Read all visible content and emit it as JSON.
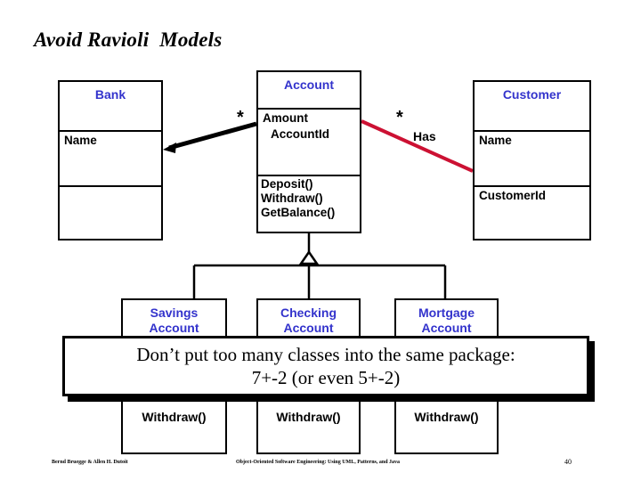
{
  "slide": {
    "title": "Avoid Ravioli  Models",
    "page_number": "40"
  },
  "colors": {
    "class_name": "#3333cc",
    "association_red": "#cc1133",
    "association_black": "#000000",
    "border": "#000000"
  },
  "classes": {
    "bank": {
      "name": "Bank",
      "attributes": "Name",
      "operations": ""
    },
    "account": {
      "name": "Account",
      "attribute1": "Amount",
      "attribute2": "AccountId",
      "operations": "Deposit()\nWithdraw()\nGetBalance()"
    },
    "customer": {
      "name": "Customer",
      "attributes": "Name",
      "operations": "CustomerId"
    },
    "savings": {
      "name": "Savings\nAccount",
      "attributes": "",
      "operations": "Withdraw()"
    },
    "checking": {
      "name": "Checking\nAccount",
      "attributes": "",
      "operations": "Withdraw()"
    },
    "mortgage": {
      "name": "Mortgage\nAccount",
      "attributes": "",
      "operations": "Withdraw()"
    }
  },
  "associations": {
    "bank_account_multiplicity": "*",
    "customer_account_multiplicity": "*",
    "has_label": "Has"
  },
  "callout": {
    "line1": "Don’t put too many classes into the same package:",
    "line2": "7+-2 (or even 5+-2)"
  },
  "footer": {
    "authors": "Bernd Bruegge & Allen H. Dutoit",
    "book": "Object-Oriented Software Engineering: Using UML, Patterns, and Java"
  }
}
